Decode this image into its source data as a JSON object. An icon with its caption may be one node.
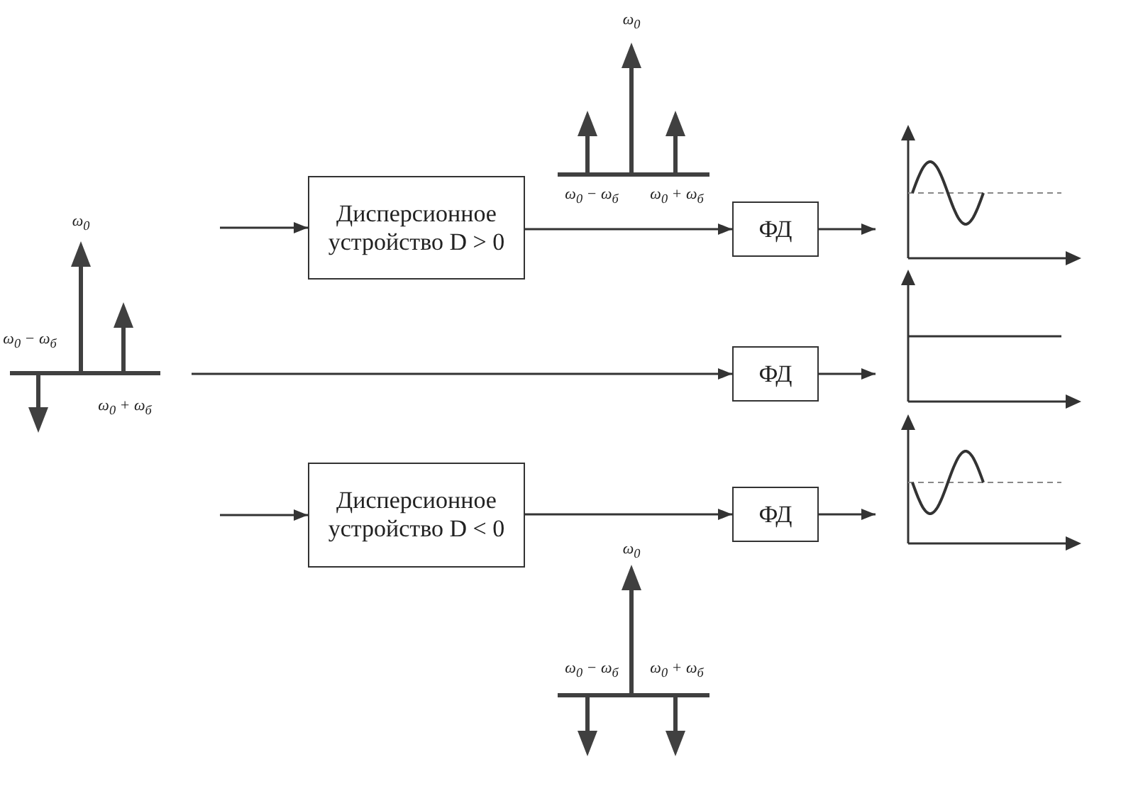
{
  "diagram": {
    "nodes": [
      {
        "text": [
          "Дисперсионное устройство D > 0"
        ]
      },
      {
        "text": [
          "ФД"
        ]
      },
      {
        "text": [
          "ФД"
        ]
      },
      {
        "text": [
          "Дисперсионное устройство D < 0"
        ]
      },
      {
        "text": [
          "ФД"
        ]
      }
    ],
    "edges": [
      {
        "from": null,
        "to": 0,
        "arrow": "to"
      },
      {
        "from": 0,
        "to": 1,
        "arrow": "to"
      },
      {
        "from": null,
        "to": 2,
        "arrow": "to"
      },
      {
        "from": null,
        "to": 3,
        "arrow": "to"
      },
      {
        "from": 3,
        "to": 4,
        "arrow": "to"
      },
      {
        "from": 1,
        "to": null,
        "arrow": "to"
      },
      {
        "from": 2,
        "to": null,
        "arrow": "to"
      },
      {
        "from": 4,
        "to": null,
        "arrow": "to"
      }
    ],
    "labels": [
      "ω$_{0}$",
      "ω$_{0}$ − ω$_{б}$",
      "ω$_{0}$ + ω$_{б}$",
      "ω$_{0}$",
      "ω$_{0}$ − ω$_{б}$",
      "ω$_{0}$ + ω$_{б}$",
      "ω$_{0}$",
      "ω$_{0}$ − ω$_{б}$",
      "ω$_{0}$ + ω$_{б}$"
    ]
  }
}
